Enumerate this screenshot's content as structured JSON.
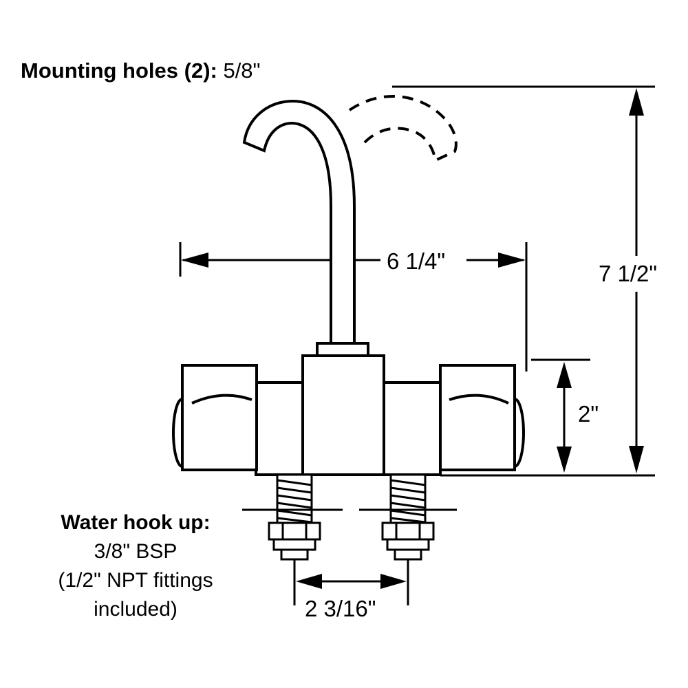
{
  "labels": {
    "mounting_bold": "Mounting holes (2):",
    "mounting_value": " 5/8\"",
    "dim_width": "6 1/4\"",
    "dim_height": "7 1/2\"",
    "dim_body": "2\"",
    "dim_spacing": "2 3/16\"",
    "hookup_title": "Water hook up:",
    "hookup_line1": "3/8\" BSP",
    "hookup_line2": "(1/2\" NPT fittings",
    "hookup_line3": "included)"
  },
  "colors": {
    "line": "#000000",
    "background": "#ffffff"
  }
}
